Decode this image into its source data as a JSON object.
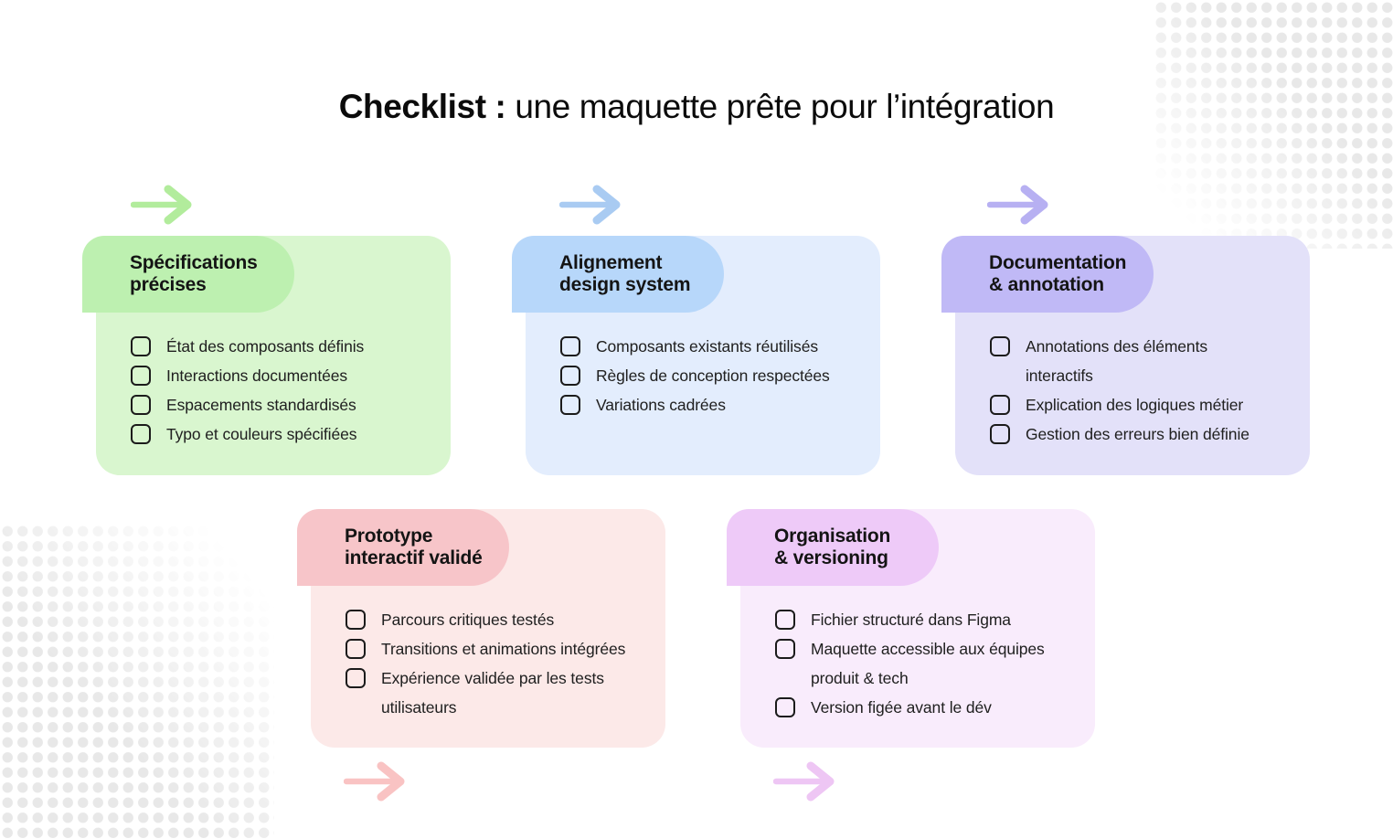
{
  "title": {
    "bold": "Checklist :",
    "regular": " une maquette prête pour l’intégration"
  },
  "decor": {
    "dot_color": "#e8e8e8"
  },
  "cards": [
    {
      "title": "Spécifications\nprécises",
      "header_color": "#bdf0b0",
      "body_color": "#d9f6cf",
      "arrow_color": "#b2ec9c",
      "items": [
        "État des composants définis",
        "Interactions documentées",
        "Espacements standardisés",
        "Typo et couleurs spécifiées"
      ]
    },
    {
      "title": "Alignement\ndesign system",
      "header_color": "#b7d7fa",
      "body_color": "#e3edfd",
      "arrow_color": "#a9cbf2",
      "items": [
        "Composants existants réutilisés",
        "Règles de conception respectées",
        "Variations cadrées"
      ]
    },
    {
      "title": "Documentation\n& annotation",
      "header_color": "#c0b9f6",
      "body_color": "#e3e1f9",
      "arrow_color": "#b7b0f2",
      "items": [
        "Annotations des éléments\ninteractifs",
        "Explication des logiques métier",
        "Gestion des erreurs bien définie"
      ]
    },
    {
      "title": "Prototype\ninteractif validé",
      "header_color": "#f7c5c9",
      "body_color": "#fce9e8",
      "arrow_color": "#f9c3c3",
      "items": [
        "Parcours critiques testés",
        "Transitions et animations intégrées",
        "Expérience validée par les tests\nutilisateurs"
      ]
    },
    {
      "title": "Organisation\n& versioning",
      "header_color": "#eecaf8",
      "body_color": "#f9ecfc",
      "arrow_color": "#eec6f4",
      "items": [
        "Fichier structuré dans Figma",
        "Maquette accessible aux équipes\nproduit & tech",
        "Version figée avant le dév"
      ]
    }
  ]
}
